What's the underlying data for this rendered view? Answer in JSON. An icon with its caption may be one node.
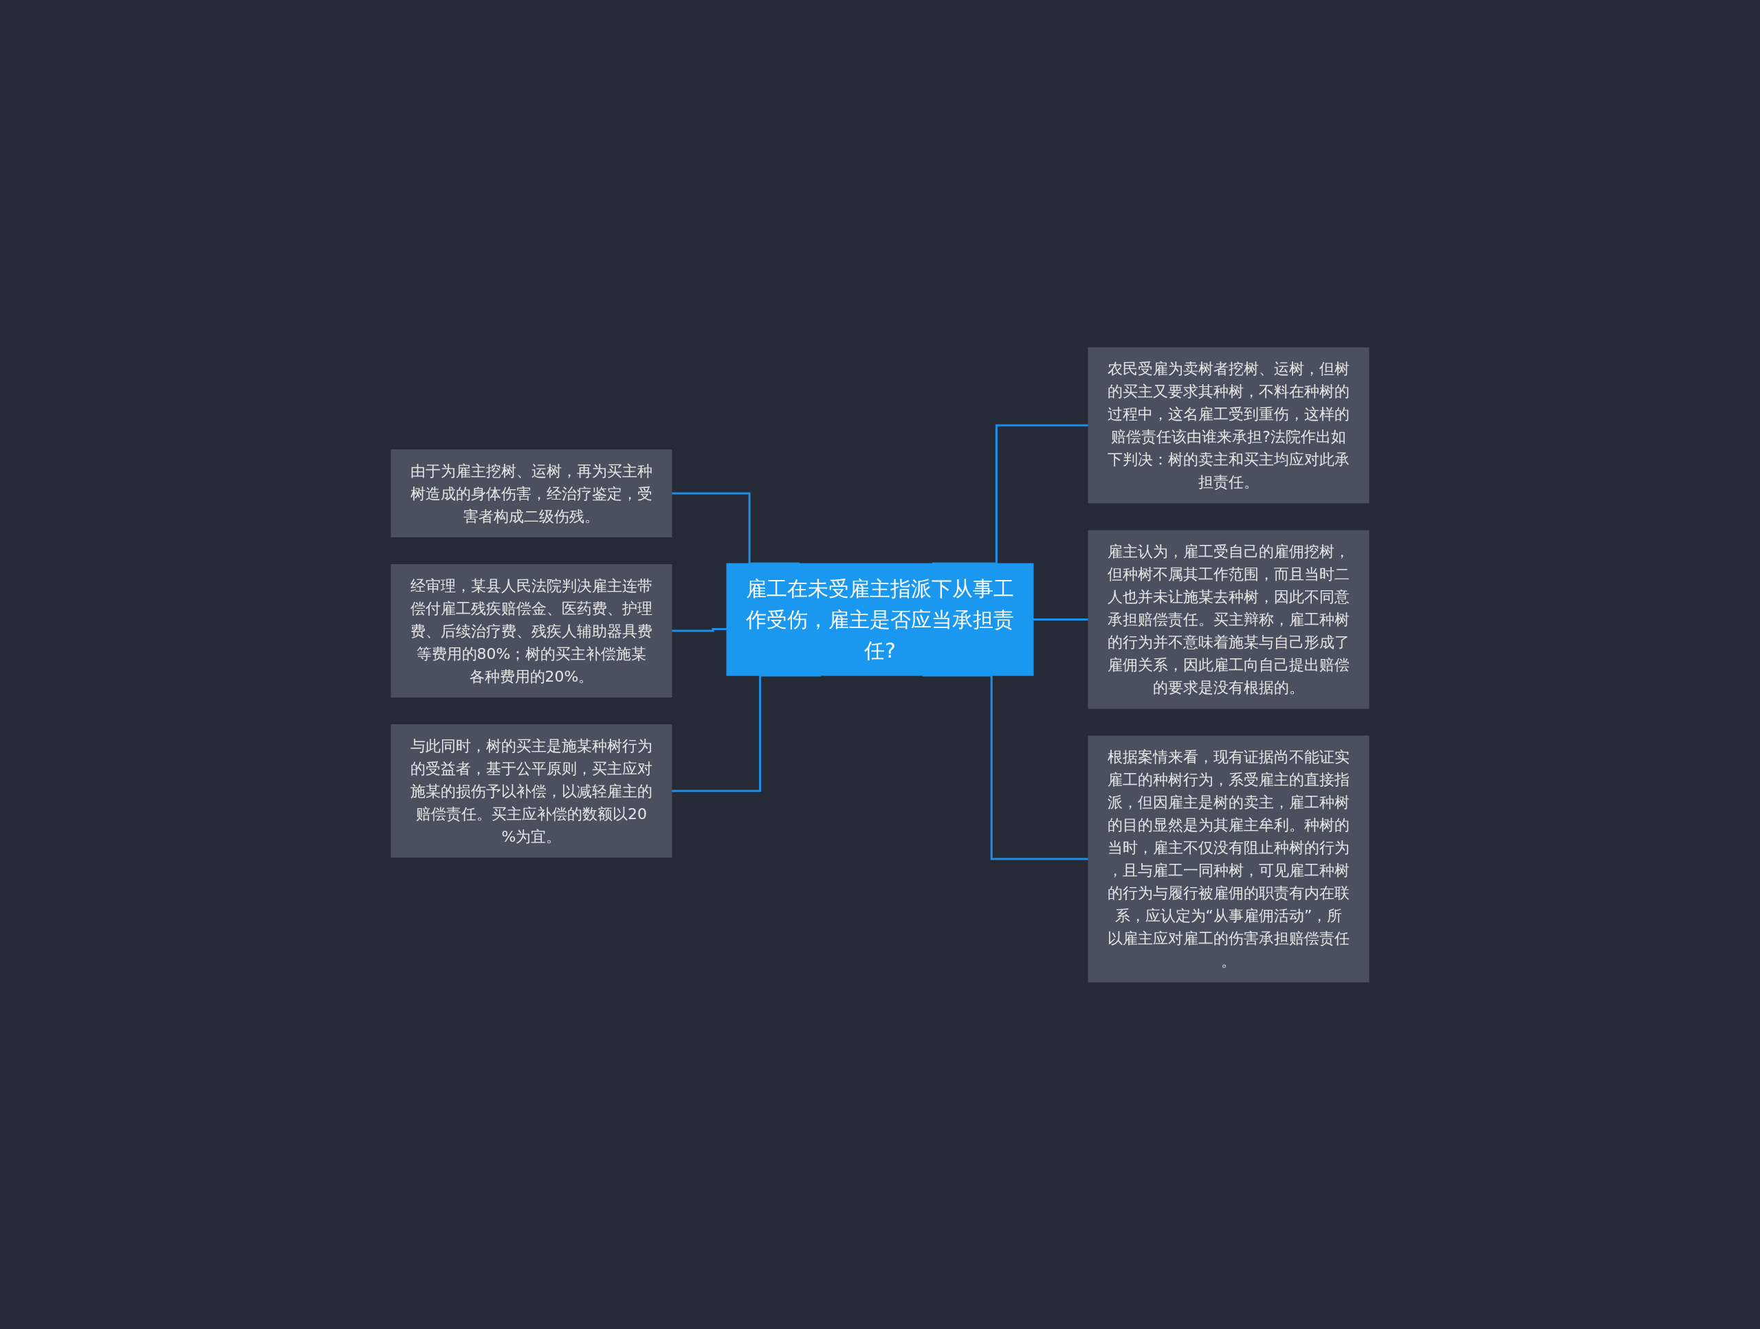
{
  "diagram": {
    "nodes": [
      {
        "text": [
          "雇工在未受雇主指派下从事工作受伤，雇主是否应当承担责任?"
        ]
      },
      {
        "text": [
          "由于为雇主挖树、运树，再为买主种树造成的身体伤害，经治疗鉴定，受害者构成二级伤残。"
        ]
      },
      {
        "text": [
          "经审理，某县人民法院判决雇主连带偿付雇工残疾赔偿金、医药费、护理费、后续治疗费、残疾人辅助器具费等费用的80%；树的买主补偿施某各种费用的20%。"
        ]
      },
      {
        "text": [
          "与此同时，树的买主是施某种树行为的受益者，基于公平原则，买主应对施某的损伤予以补偿，以减轻雇主的赔偿责任。买主应补偿的数额以20%为宜。"
        ]
      },
      {
        "text": [
          "农民受雇为卖树者挖树、运树，但树的买主又要求其种树，不料在种树的过程中，这名雇工受到重伤，这样的赔偿责任该由谁来承担?法院作出如下判决：树的卖主和买主均应对此承担责任。"
        ]
      },
      {
        "text": [
          "雇主认为，雇工受自己的雇佣挖树，但种树不属其工作范围，而且当时二人也并未让施某去种树，因此不同意承担赔偿责任。买主辩称，雇工种树的行为并不意味着施某与自己形成了雇佣关系，因此雇工向自己提出赔偿的要求是没有根据的。"
        ]
      },
      {
        "text": [
          "根据案情来看，现有证据尚不能证实雇工的种树行为，系受雇主的直接指派，但因雇主是树的卖主，雇工种树的目的显然是为其雇主牟利。种树的当时，雇主不仅没有阻止种树的行为，且与雇工一同种树，可见雇工种树的行为与履行被雇佣的职责有内在联系，应认定为“从事雇佣活动”，所以雇主应对雇工的伤害承担赔偿责任。"
        ]
      }
    ],
    "edges": [
      {
        "from": 1,
        "to": 0,
        "arrow": "none"
      },
      {
        "from": 2,
        "to": 0,
        "arrow": "none"
      },
      {
        "from": 3,
        "to": 0,
        "arrow": "none"
      },
      {
        "from": 0,
        "to": 4,
        "arrow": "none"
      },
      {
        "from": 0,
        "to": 5,
        "arrow": "none"
      },
      {
        "from": 0,
        "to": 6,
        "arrow": "none"
      }
    ]
  }
}
